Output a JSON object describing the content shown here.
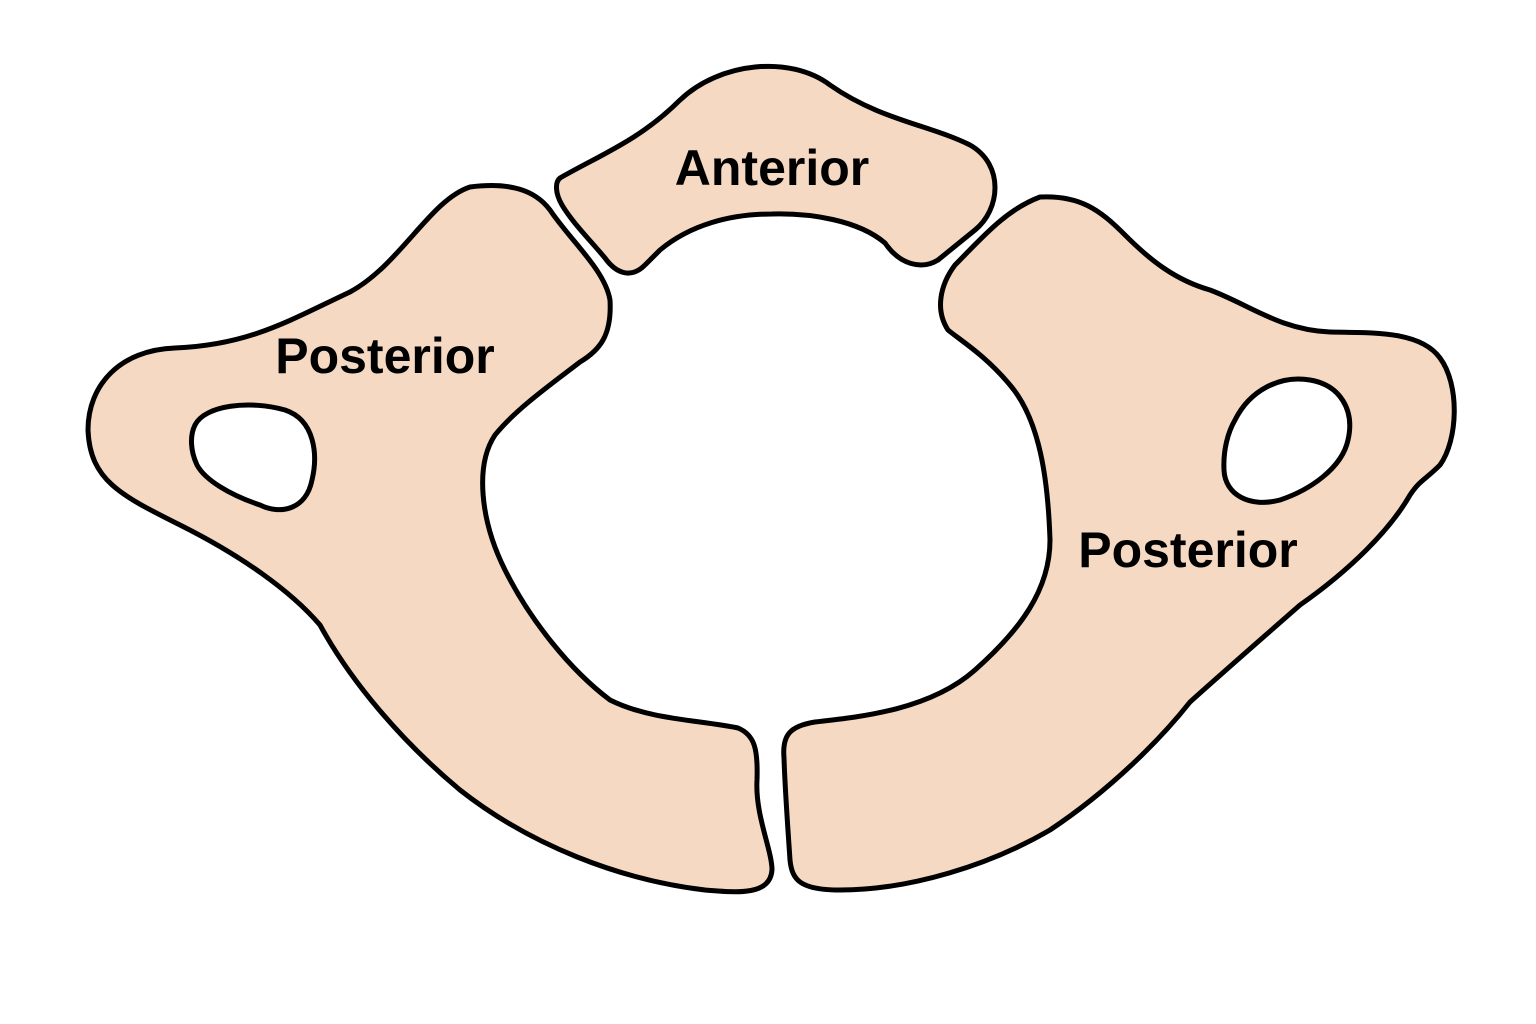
{
  "colors": {
    "bone_fill": "#f5d9c3",
    "outline": "#000000",
    "background": "#ffffff"
  },
  "labels": {
    "anterior": "Anterior",
    "posterior_left": "Posterior",
    "posterior_right": "Posterior"
  }
}
